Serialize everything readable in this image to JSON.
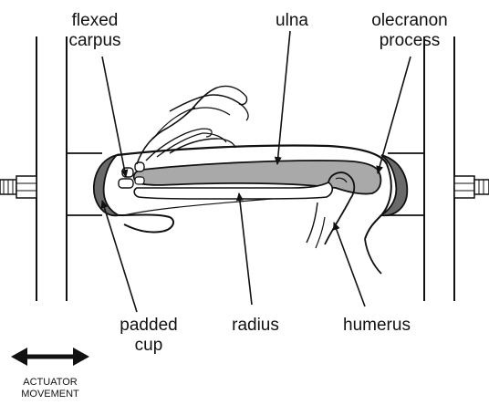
{
  "labels": {
    "flexed": "flexed",
    "carpus": "carpus",
    "ulna": "ulna",
    "olecranon": "olecranon",
    "process": "process",
    "padded": "padded",
    "cup": "cup",
    "radius": "radius",
    "humerus": "humerus"
  },
  "caption": {
    "line1": "ACTUATOR",
    "line2": "MOVEMENT"
  },
  "icons": {
    "arrow": "double-headed-arrow-icon",
    "nut": "hex-nut-icon"
  },
  "colors": {
    "line": "#111111",
    "bone_fill": "#a9a9a9",
    "cup_fill": "#6a6a6a",
    "background": "#ffffff"
  }
}
